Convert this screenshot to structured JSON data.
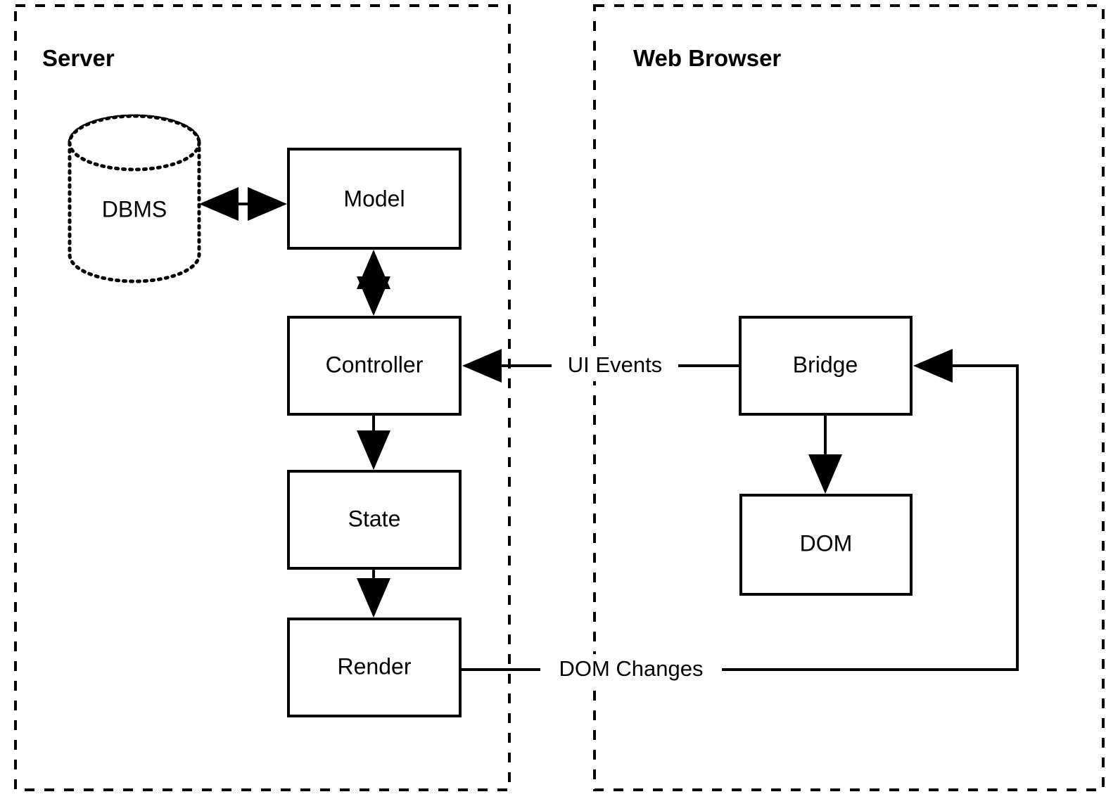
{
  "diagram": {
    "title": "Server / Web Browser MVC architecture",
    "background_color": "#ffffff",
    "line_color": "#000000",
    "node_fill": "#ffffff"
  },
  "zones": [
    {
      "id": "server",
      "label": "Server"
    },
    {
      "id": "browser",
      "label": "Web Browser"
    }
  ],
  "nodes": [
    {
      "id": "dbms",
      "label": "DBMS",
      "shape": "cylinder",
      "zone": "server"
    },
    {
      "id": "model",
      "label": "Model",
      "shape": "rectangle",
      "zone": "server"
    },
    {
      "id": "controller",
      "label": "Controller",
      "shape": "rectangle",
      "zone": "server"
    },
    {
      "id": "state",
      "label": "State",
      "shape": "rectangle",
      "zone": "server"
    },
    {
      "id": "render",
      "label": "Render",
      "shape": "rectangle",
      "zone": "server"
    },
    {
      "id": "bridge",
      "label": "Bridge",
      "shape": "rectangle",
      "zone": "browser"
    },
    {
      "id": "dom",
      "label": "DOM",
      "shape": "rectangle",
      "zone": "browser"
    }
  ],
  "edges": [
    {
      "id": "dbms-model",
      "from": "dbms",
      "to": "model",
      "label": "",
      "arrow": "both"
    },
    {
      "id": "model-controller",
      "from": "model",
      "to": "controller",
      "label": "",
      "arrow": "both"
    },
    {
      "id": "controller-state",
      "from": "controller",
      "to": "state",
      "label": "",
      "arrow": "end"
    },
    {
      "id": "state-render",
      "from": "state",
      "to": "render",
      "label": "",
      "arrow": "end"
    },
    {
      "id": "bridge-controller",
      "from": "bridge",
      "to": "controller",
      "label": "UI Events",
      "arrow": "end"
    },
    {
      "id": "bridge-dom",
      "from": "bridge",
      "to": "dom",
      "label": "",
      "arrow": "end"
    },
    {
      "id": "render-bridge",
      "from": "render",
      "to": "bridge",
      "label": "DOM Changes",
      "arrow": "end"
    }
  ]
}
